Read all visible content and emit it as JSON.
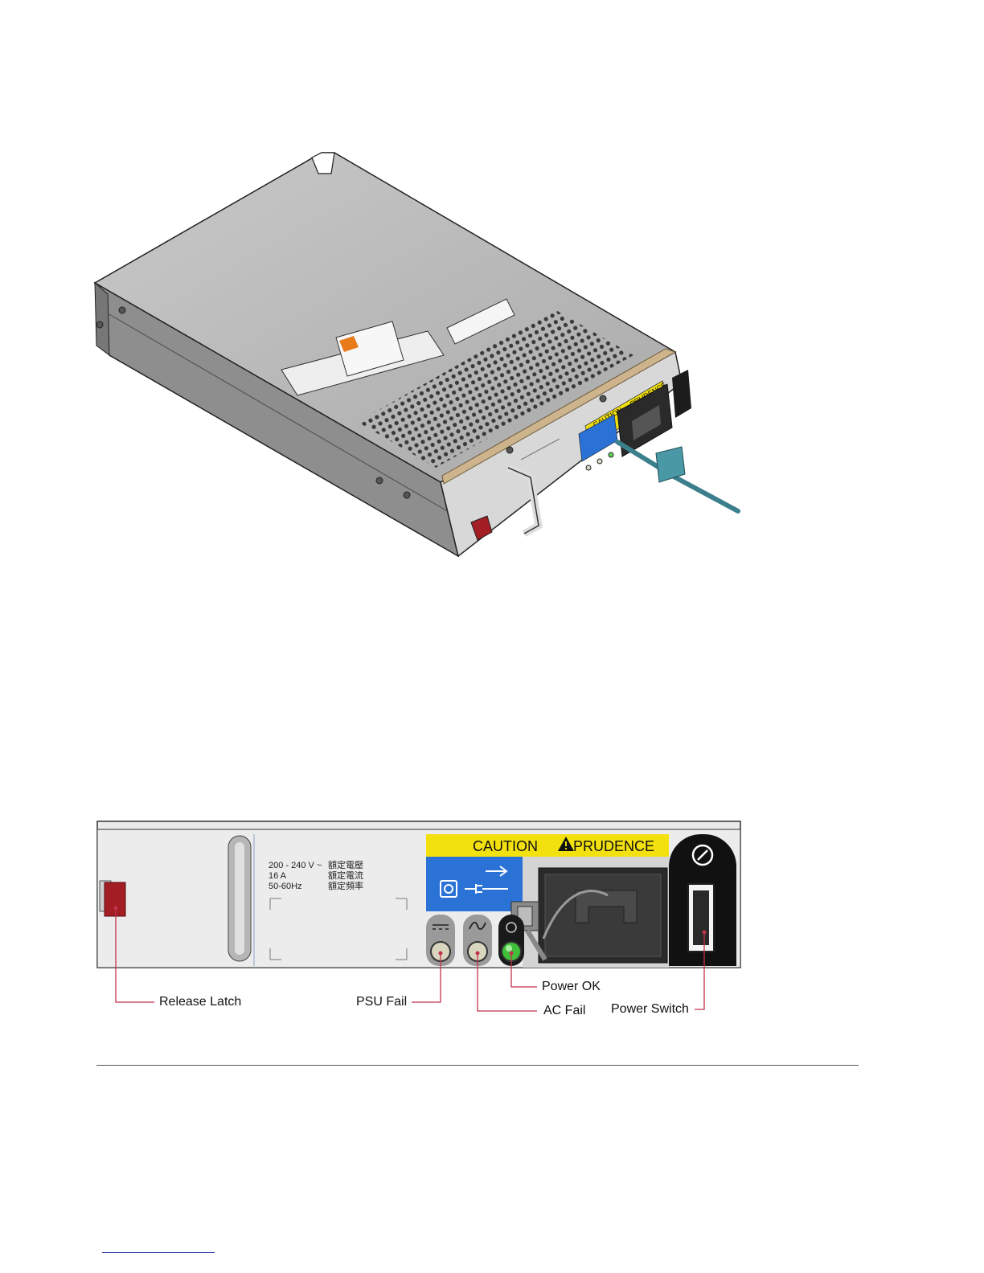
{
  "iso_view": {
    "caution_label": "CAUTION",
    "prudence_label": "PRUDENCE"
  },
  "rear_panel": {
    "caution_label": "CAUTION",
    "prudence_label": "PRUDENCE",
    "ratings": [
      {
        "value": "200 - 240 V ~",
        "cjk": "額定電壓"
      },
      {
        "value": "16 A",
        "cjk": "額定電流"
      },
      {
        "value": "50-60Hz",
        "cjk": "額定頻率"
      }
    ]
  },
  "callouts": {
    "release_latch": "Release Latch",
    "psu_fail": "PSU Fail",
    "ac_fail": "AC Fail",
    "power_ok": "Power OK",
    "power_switch": "Power Switch"
  },
  "colors": {
    "caution_yellow": "#f3e10f",
    "icon_blue": "#2a72d6",
    "latch_red": "#a31d24",
    "callout_line": "#c2324a",
    "led_green": "#3fbf3a",
    "panel_grey": "#e8e8e8"
  },
  "icons": [
    "power-switch-icon",
    "power-plug-icon",
    "ac-wave-icon",
    "dc-icon",
    "warning-triangle-icon"
  ]
}
